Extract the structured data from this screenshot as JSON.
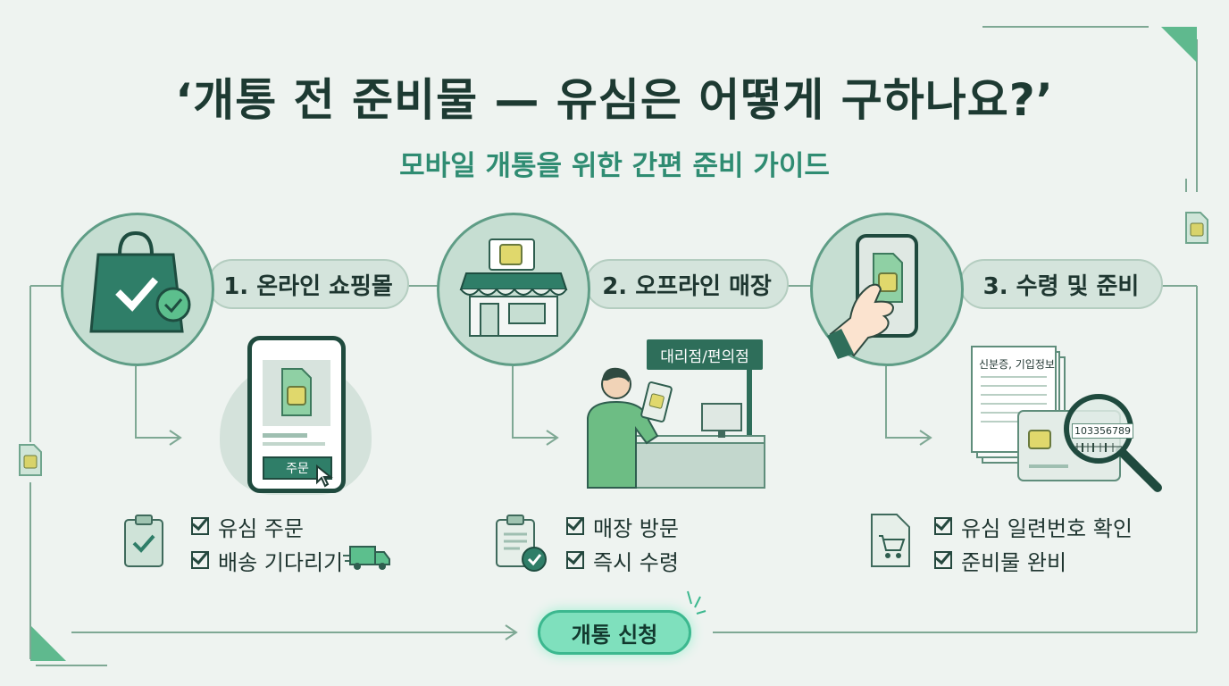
{
  "header": {
    "title": "‘개통 전 준비물 — 유심은 어떻게 구하나요?’",
    "subtitle": "모바일 개통을 위한 간편 준비 가이드"
  },
  "steps": [
    {
      "label": "1. 온라인 쇼핑몰",
      "screen_button": "주문",
      "checks": [
        "유심 주문",
        "배송 기다리기"
      ]
    },
    {
      "label": "2. 오프라인 매장",
      "sign": "대리점/편의점",
      "checks": [
        "매장 방문",
        "즉시 수령"
      ]
    },
    {
      "label": "3. 수령 및 준비",
      "doc_label": "신분증, 기입정보",
      "serial": "103356789",
      "checks": [
        "유심 일련번호 확인",
        "준비물 완비"
      ]
    }
  ],
  "cta": {
    "label": "개통 신청"
  },
  "colors": {
    "accent": "#2f8c72",
    "dark": "#1d3a32",
    "circle": "#c6ded2",
    "cta": "#7fe0bd",
    "background": "#eef3f0"
  }
}
